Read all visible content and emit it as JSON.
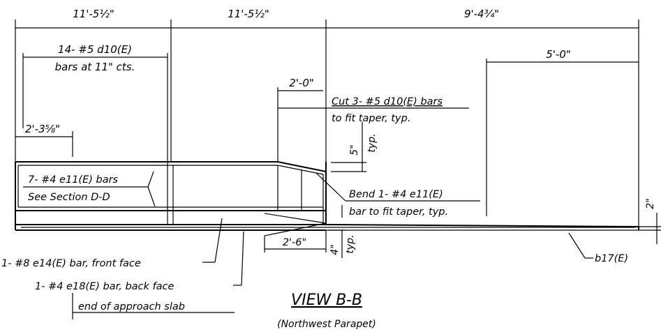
{
  "view": {
    "title": "VIEW B-B",
    "subtitle": "(Northwest Parapet)"
  },
  "dimensions": {
    "top_left": "11'-5½\"",
    "top_middle": "11'-5½\"",
    "top_right": "9'-4¾\"",
    "bars_spacing_span": "5'-0\"",
    "taper_length": "2'-0\"",
    "left_offset": "2'-3⅝\"",
    "bottom_taper": "2'-6\"",
    "bottom_vertical": "4\"",
    "bottom_vertical_typ": "typ.",
    "taper_vertical": "5\"",
    "taper_vertical_typ": "typ.",
    "right_height": "2\""
  },
  "notes": {
    "d10_line1": "14- #5 d10(E)",
    "d10_line2": "bars at 11\" cts.",
    "e11_line1": "7- #4 e11(E) bars",
    "e11_line2": "See Section D-D",
    "cut_line1": "Cut 3- #5 d10(E) bars",
    "cut_line2": "to fit taper, typ.",
    "bend_line1": "Bend 1- #4 e11(E)",
    "bend_line2": "bar to fit taper, typ.",
    "e14": "1- #8 e14(E) bar, front face",
    "e18": "1- #4 e18(E) bar, back face",
    "slab": "end of approach slab",
    "b17": "b17(E)"
  }
}
